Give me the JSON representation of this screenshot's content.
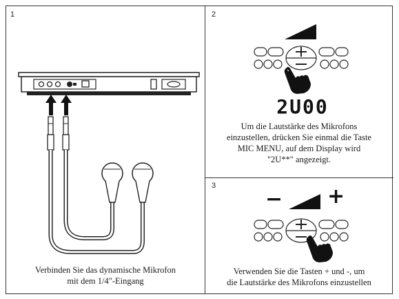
{
  "panels": [
    {
      "number": "1",
      "caption_lines": [
        "Verbinden Sie das dynamische Mikrofon",
        "mit dem 1/4\"-Eingang"
      ]
    },
    {
      "number": "2",
      "display_text": "2U00",
      "caption_lines": [
        "Um die Lautstärke des Mikrofons",
        "einzustellen, drücken Sie einmal die Taste",
        "MIC MENU, auf dem Display wird",
        "\"2U**\" angezeigt."
      ]
    },
    {
      "number": "3",
      "minus_label": "−",
      "plus_label": "+",
      "caption_lines": [
        "Verwenden Sie die Tasten + und -, um",
        "die Lautstärke des Mikrofons einzustellen"
      ]
    }
  ],
  "icons": [
    "mixer-device-icon",
    "arrow-up-icon",
    "microphone-icon",
    "volume-ramp-icon",
    "button-grid-icon",
    "pointing-hand-icon"
  ]
}
